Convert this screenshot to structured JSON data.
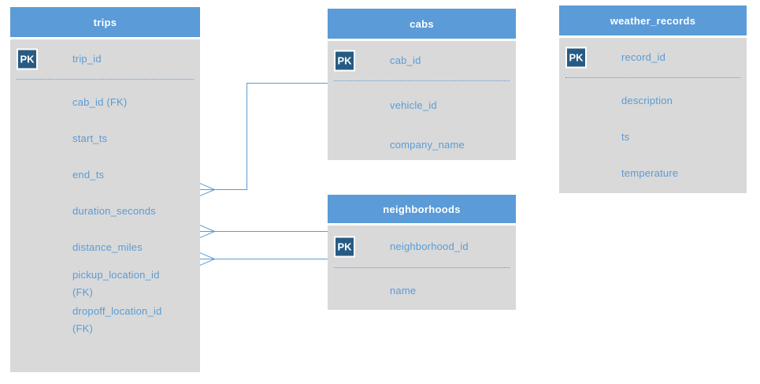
{
  "labels": {
    "pk": "PK"
  },
  "colors": {
    "header": "#5A9BD8",
    "body": "#D9D9D9",
    "accent_text": "#5B9BD5",
    "pk_badge": "#275B84",
    "line": "#5B9BD5"
  },
  "tables": {
    "trips": {
      "title": "trips",
      "fields": [
        {
          "label": "trip_id",
          "pk": true
        },
        {
          "label": "cab_id (FK)"
        },
        {
          "label": "start_ts"
        },
        {
          "label": "end_ts"
        },
        {
          "label": "duration_seconds"
        },
        {
          "label": "distance_miles"
        },
        {
          "label": "pickup_location_id (FK)"
        },
        {
          "label": "dropoff_location_id (FK)"
        }
      ]
    },
    "cabs": {
      "title": "cabs",
      "fields": [
        {
          "label": "cab_id",
          "pk": true
        },
        {
          "label": "vehicle_id"
        },
        {
          "label": "company_name"
        }
      ]
    },
    "neighborhoods": {
      "title": "neighborhoods",
      "fields": [
        {
          "label": "neighborhood_id",
          "pk": true
        },
        {
          "label": "name"
        }
      ]
    },
    "weather_records": {
      "title": "weather_records",
      "fields": [
        {
          "label": "record_id",
          "pk": true
        },
        {
          "label": "description"
        },
        {
          "label": "ts"
        },
        {
          "label": "temperature"
        }
      ]
    }
  },
  "relationships": [
    {
      "from": "trips.cab_id",
      "to": "cabs.cab_id",
      "type": "many-to-one"
    },
    {
      "from": "trips.pickup_location_id",
      "to": "neighborhoods.neighborhood_id",
      "type": "many-to-one"
    },
    {
      "from": "trips.dropoff_location_id",
      "to": "neighborhoods.neighborhood_id",
      "type": "many-to-one"
    }
  ]
}
